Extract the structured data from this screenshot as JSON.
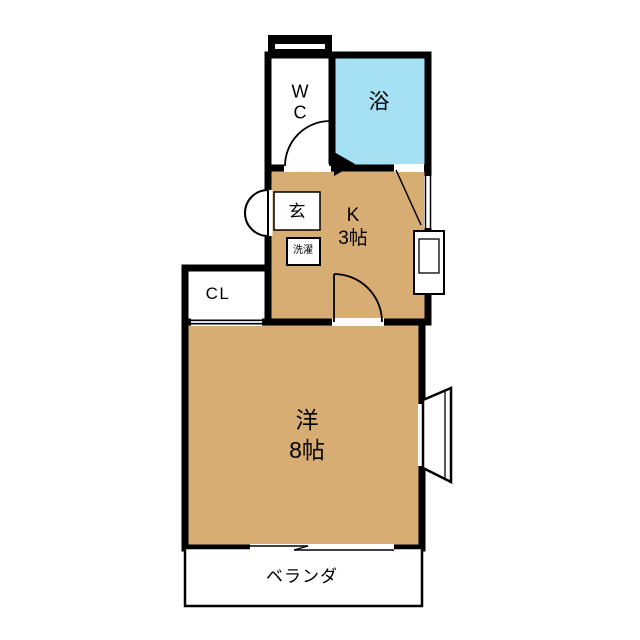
{
  "floorplan": {
    "rooms": {
      "wc": {
        "label": "WC"
      },
      "bath": {
        "label": "浴"
      },
      "genkan": {
        "label": "玄"
      },
      "kitchen": {
        "label": "K\n3帖"
      },
      "laundry": {
        "label": "洗濯"
      },
      "closet": {
        "label": "CL"
      },
      "western_room": {
        "label": "洋\n8帖"
      },
      "veranda": {
        "label": "ベランダ"
      }
    },
    "colors": {
      "floor_tan": "#D7AD74",
      "bath_blue": "#A5E1F2",
      "wall_black": "#000000",
      "background_white": "#FFFFFF"
    }
  }
}
